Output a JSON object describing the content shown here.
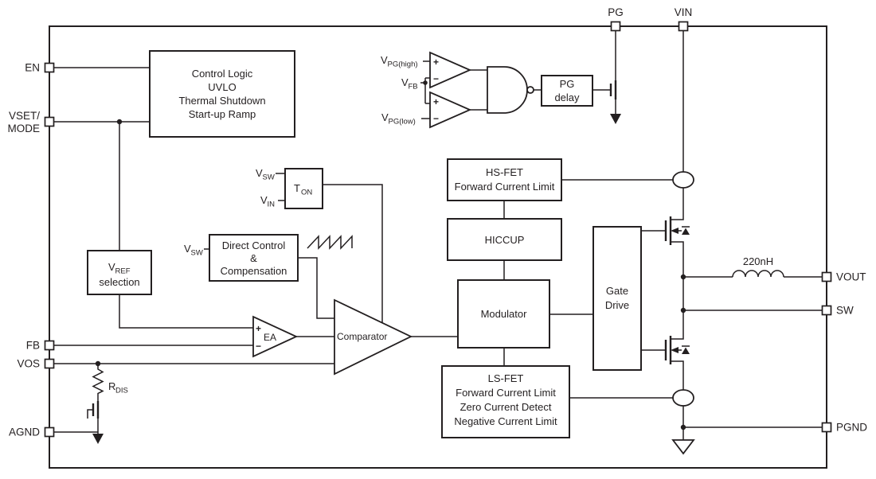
{
  "diagram": {
    "colors": {
      "line": "#231f20",
      "text": "#231f20",
      "background": "#ffffff"
    },
    "pins": {
      "en": "EN",
      "vset_line1": "VSET/",
      "vset_line2": "MODE",
      "fb": "FB",
      "vos": "VOS",
      "agnd": "AGND",
      "pg": "PG",
      "vin": "VIN",
      "vout": "VOUT",
      "sw": "SW",
      "pgnd": "PGND"
    },
    "blocks": {
      "control_logic": {
        "line1": "Control Logic",
        "line2": "UVLO",
        "line3": "Thermal Shutdown",
        "line4": "Start-up Ramp"
      },
      "pg_delay": {
        "line1": "PG",
        "line2": "delay"
      },
      "ton": {
        "base": "T",
        "sub": "ON"
      },
      "hs_fet": {
        "line1": "HS-FET",
        "line2": "Forward Current Limit"
      },
      "hiccup": {
        "label": "HICCUP"
      },
      "direct_control": {
        "line1": "Direct Control",
        "line2": "&",
        "line3": "Compensation"
      },
      "vref": {
        "base": "V",
        "sub": "REF",
        "line2": "selection"
      },
      "ea": {
        "label": "EA"
      },
      "comparator": {
        "label": "Comparator"
      },
      "modulator": {
        "label": "Modulator"
      },
      "gate_drive": {
        "line1": "Gate",
        "line2": "Drive"
      },
      "ls_fet": {
        "line1": "LS-FET",
        "line2": "Forward Current Limit",
        "line3": "Zero Current Detect",
        "line4": "Negative Current Limit"
      }
    },
    "signals": {
      "vpg_high_base": "V",
      "vpg_high_sub": "PG(high)",
      "vfb_base": "V",
      "vfb_sub": "FB",
      "vpg_low_base": "V",
      "vpg_low_sub": "PG(low)",
      "vsw_base": "V",
      "vsw_sub": "SW",
      "vin_base": "V",
      "vin_sub": "IN",
      "rdis_base": "R",
      "rdis_sub": "DIS",
      "inductor": "220nH",
      "plus": "+",
      "minus": "−"
    }
  }
}
